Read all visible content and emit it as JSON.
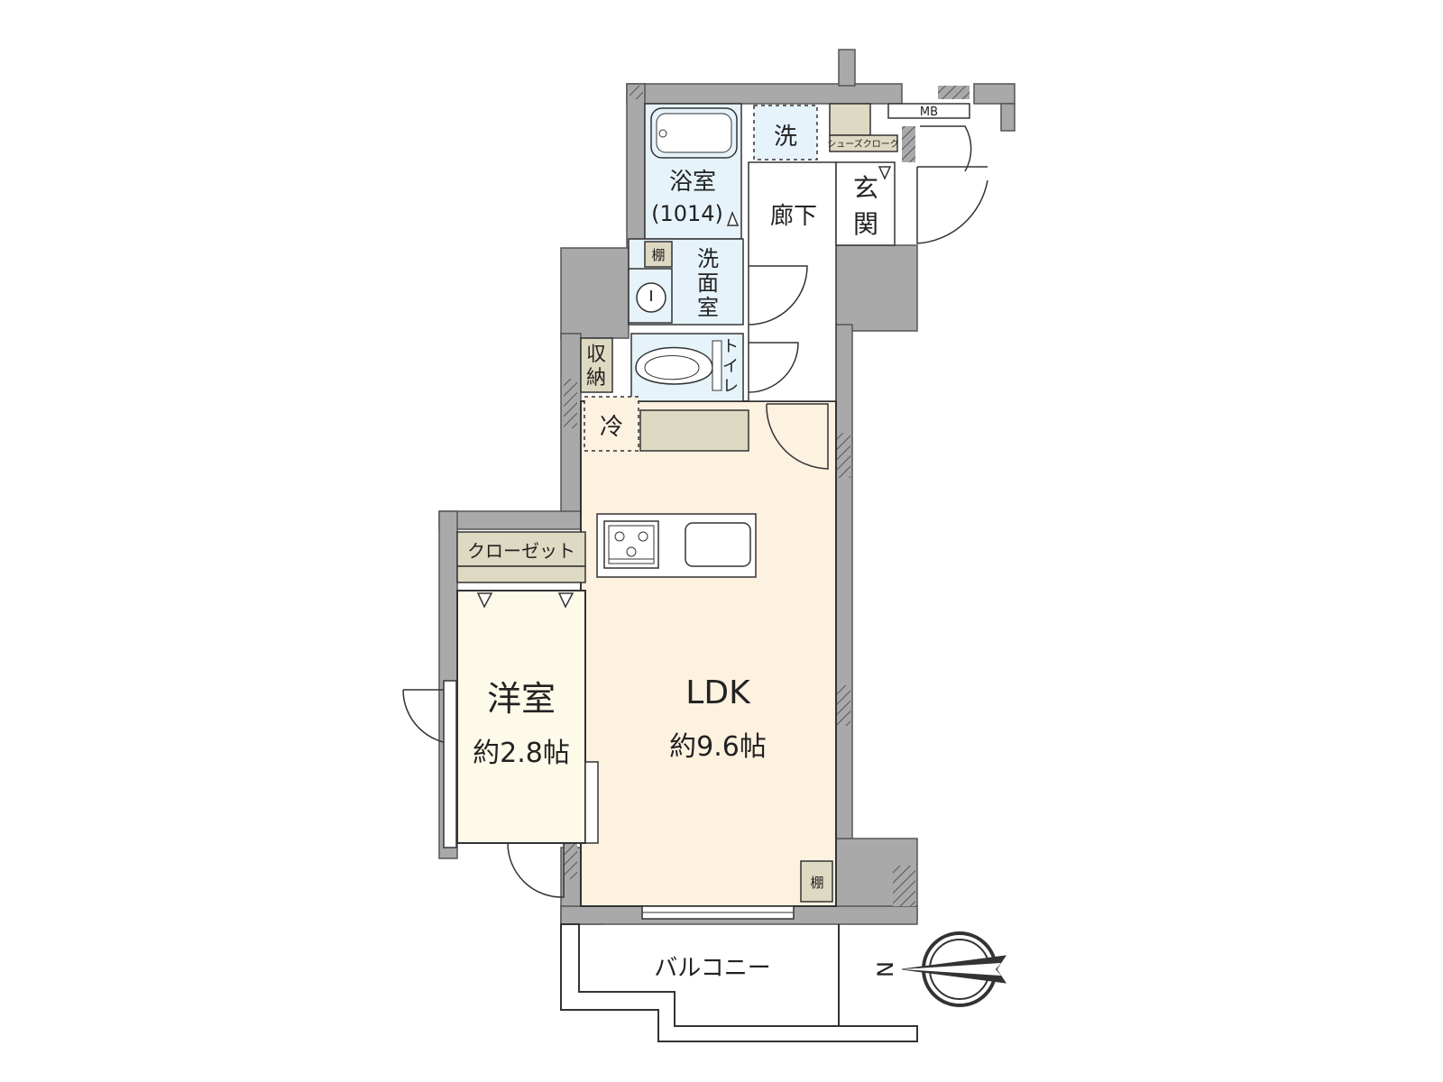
{
  "rooms": {
    "ldk": {
      "name": "LDK",
      "size": "約9.6帖"
    },
    "western": {
      "name": "洋室",
      "size": "約2.8帖"
    },
    "bath": {
      "name": "浴室",
      "spec": "(1014)"
    },
    "washroom": {
      "name_lines": [
        "洗",
        "面",
        "室"
      ]
    },
    "corridor": {
      "name": "廊下"
    },
    "entrance": {
      "name_lines": [
        "玄",
        "関"
      ]
    },
    "toilet": {
      "name_lines": [
        "ト",
        "イ",
        "レ"
      ]
    },
    "balcony": {
      "name": "バルコニー"
    }
  },
  "labels": {
    "mb": "MB",
    "laundry": "洗",
    "shoe_cloak": "シューズクローク",
    "shelf_top": "棚",
    "shelf_bottom": "棚",
    "storage_lines": [
      "収",
      "納"
    ],
    "fridge": "冷",
    "closet": "クローゼット",
    "north": "N"
  },
  "colors": {
    "wall": "#a9a9a9",
    "ldk_floor": "#fdf1e0",
    "western_floor": "#fdfaea",
    "wet_area": "#e6f3fb",
    "storage": "#ded9c2",
    "outline": "#333333"
  }
}
